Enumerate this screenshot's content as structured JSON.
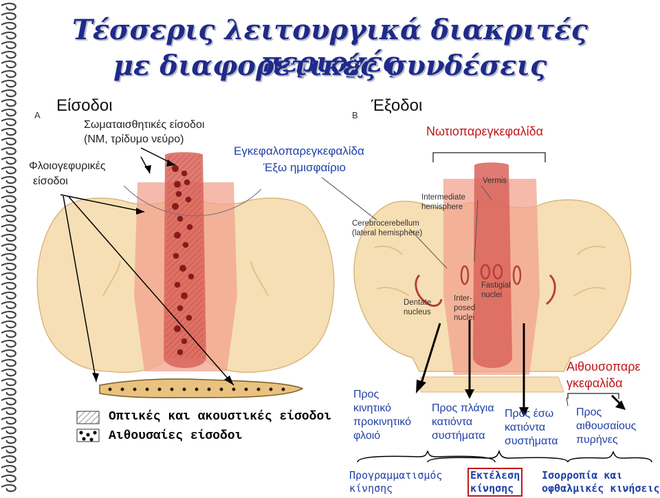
{
  "title": {
    "line1": "Τέσσερις λειτουργικά διακριτές περιοχές",
    "line2": "με διαφορετικές συνδέσεις"
  },
  "panel_a": {
    "letter": "A",
    "heading": "Είσοδοι",
    "somatosensory": "Σωματαισθητικές είσοδοι",
    "somatosensory_sub": "(ΝΜ, τρίδυμο νεύρο)",
    "pontine_line1": "Φλοιογεφυρικές",
    "pontine_line2": "είσοδοι",
    "cerebro_line1": "Εγκεφαλοπαρεγκεφαλίδα",
    "cerebro_line2": "Έξω ημισφαίριο",
    "legend": [
      {
        "pattern": "hatched",
        "label": "Οπτικές και ακουστικές είσοδοι"
      },
      {
        "pattern": "dotted",
        "label": "Αιθουσαίες είσοδοι"
      }
    ]
  },
  "panel_b": {
    "letter": "B",
    "heading": "Έξοδοι",
    "spino": "Νωτιοπαρεγκεφαλίδα",
    "labels": {
      "intermediate": "Intermediate hemisphere",
      "vermis": "Vermis",
      "cerebrocerebellum": "Cerebrocerebellum (lateral hemisphere)",
      "fastigial": "Fastigial nuclei",
      "interposed": "Inter-posed nuclei",
      "dentate": "Dentate nucleus"
    },
    "vestibulo_line1": "Αιθουσοπαρε",
    "vestibulo_line2": "γκεφαλίδα",
    "out_motor": [
      "Προς",
      "κινητικό",
      "προκινητικό",
      "φλοιό"
    ],
    "out_lateral": [
      "Προς πλάγια",
      "κατιόντα",
      "συστήματα"
    ],
    "out_medial": [
      "Προς έσω",
      "κατιόντα",
      "συστήματα"
    ],
    "out_vestibular": [
      "Προς",
      "αιθουσαίους",
      "πυρήνες"
    ],
    "bottom": {
      "planning_line1": "Προγραμματισμός",
      "planning_line2": "κίνησης",
      "execution_line1": "Εκτέλεση",
      "execution_line2": "κίνησης",
      "balance_line1": "Ισορροπία και",
      "balance_line2": "οφθαλμικές κινήσεις"
    }
  },
  "colors": {
    "title_blue": "#1f2a8a",
    "text_blue": "#1f3fa8",
    "text_red": "#c0161b",
    "cerebellum_beige": "#f6dfb4",
    "zone_pink": "#f2a38f",
    "zone_red": "#d9645a",
    "dot_red": "#8a1a1a"
  }
}
